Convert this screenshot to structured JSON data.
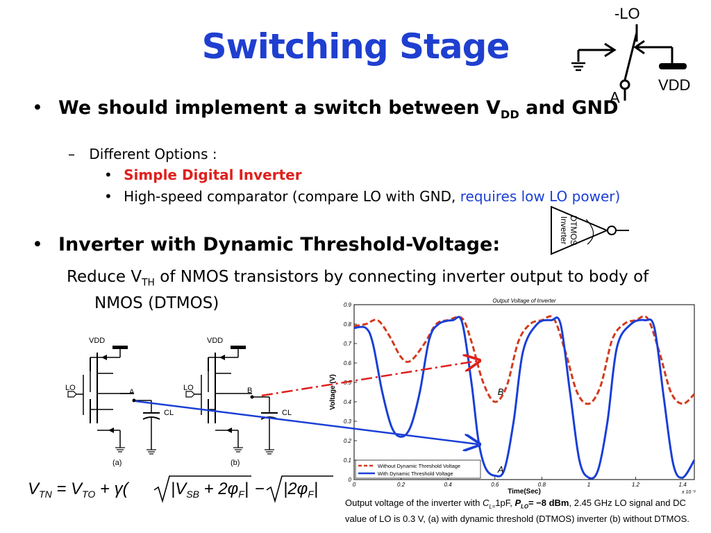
{
  "slide": {
    "title": "Switching Stage",
    "bullet1": {
      "text_pre": "We should implement a switch between V",
      "sub": "DD",
      "text_post": " and GND"
    },
    "dash_label": "Different Options :",
    "options": [
      {
        "text": "Simple Digital Inverter"
      },
      {
        "text": "High-speed comparator (compare LO with GND, ",
        "highlight": "requires low LO power)"
      }
    ],
    "bullet2": "Inverter with Dynamic Threshold-Voltage:",
    "reduce": {
      "pre": "Reduce V",
      "sub": "TH",
      "post": " of NMOS transistors by connecting inverter output to body of",
      "line2": "NMOS (DTMOS)"
    },
    "switch_symbol": {
      "lo": "-LO",
      "vdd": "VDD",
      "a": "A"
    },
    "inverter_symbol": {
      "line1": "DTMOS",
      "line2": "Inverter"
    },
    "circuit_a": {
      "vdd": "VDD",
      "lo": "LO",
      "node": "A",
      "cl": "CL",
      "label": "(a)"
    },
    "circuit_b": {
      "vdd": "VDD",
      "lo": "LO",
      "node": "B",
      "cl": "CL",
      "label": "(b)"
    },
    "equation": "V_TN = V_TO + γ(√|V_SB + 2φ_F| − √|2φ_F|)",
    "caption": {
      "p1": "Output voltage of the inverter with ",
      "cl": "C",
      "cl_sub": "L=",
      "p2": "1pF, ",
      "plo": "P",
      "plo_sub": "LO",
      "p3": "= −8 dBm",
      "p4": ", 2.45 GHz LO signal and DC value of LO is 0.3 V, (a) with dynamic threshold (DTMOS) inverter (b) without DTMOS."
    },
    "colors": {
      "title": "#1f3fd0",
      "red": "#e0201c",
      "blue": "#1a3fd6",
      "dashed": "#d23a1e"
    }
  },
  "chart_data": {
    "type": "line",
    "title": "Output Voltage of Inverter",
    "xlabel": "Time(Sec)",
    "ylabel": "Voltage (V)",
    "x_exponent_label": "x 10⁻⁹",
    "xlim": [
      0,
      1.45
    ],
    "ylim": [
      0,
      0.9
    ],
    "xticks": [
      0,
      0.2,
      0.4,
      0.6,
      0.8,
      1,
      1.2,
      1.4
    ],
    "yticks": [
      0,
      0.1,
      0.2,
      0.3,
      0.4,
      0.5,
      0.6,
      0.7,
      0.8,
      0.9
    ],
    "grid": false,
    "legend_position": "bottom-left",
    "annotations": [
      {
        "text": "B",
        "x": 0.6,
        "y": 0.45
      },
      {
        "text": "A",
        "x": 0.6,
        "y": 0.05
      }
    ],
    "series": [
      {
        "name": "Without Dynamic Threshold Voltage",
        "style": "dashed",
        "color": "#d23a1e",
        "x": [
          0,
          0.05,
          0.1,
          0.15,
          0.2,
          0.24,
          0.3,
          0.35,
          0.4,
          0.46,
          0.5,
          0.55,
          0.6,
          0.65,
          0.7,
          0.75,
          0.8,
          0.85,
          0.9,
          0.95,
          1.0,
          1.05,
          1.1,
          1.15,
          1.2,
          1.25,
          1.3,
          1.35,
          1.4,
          1.45
        ],
        "y": [
          0.79,
          0.8,
          0.82,
          0.74,
          0.63,
          0.61,
          0.7,
          0.8,
          0.82,
          0.83,
          0.71,
          0.5,
          0.4,
          0.48,
          0.71,
          0.8,
          0.82,
          0.83,
          0.66,
          0.45,
          0.39,
          0.48,
          0.72,
          0.8,
          0.82,
          0.83,
          0.66,
          0.45,
          0.39,
          0.44
        ]
      },
      {
        "name": "With Dynamic Threshold Voltage",
        "style": "solid",
        "color": "#1a3fd6",
        "x": [
          0,
          0.05,
          0.08,
          0.12,
          0.16,
          0.2,
          0.24,
          0.28,
          0.32,
          0.36,
          0.42,
          0.46,
          0.5,
          0.53,
          0.56,
          0.6,
          0.64,
          0.68,
          0.72,
          0.78,
          0.84,
          0.88,
          0.92,
          0.96,
          1.0,
          1.04,
          1.08,
          1.12,
          1.18,
          1.24,
          1.28,
          1.32,
          1.36,
          1.4,
          1.45
        ],
        "y": [
          0.78,
          0.78,
          0.7,
          0.45,
          0.27,
          0.22,
          0.27,
          0.45,
          0.72,
          0.8,
          0.82,
          0.81,
          0.5,
          0.2,
          0.06,
          0.02,
          0.05,
          0.3,
          0.66,
          0.8,
          0.82,
          0.8,
          0.45,
          0.1,
          0.01,
          0.05,
          0.3,
          0.68,
          0.8,
          0.82,
          0.78,
          0.42,
          0.08,
          0.01,
          0.1
        ]
      }
    ]
  }
}
